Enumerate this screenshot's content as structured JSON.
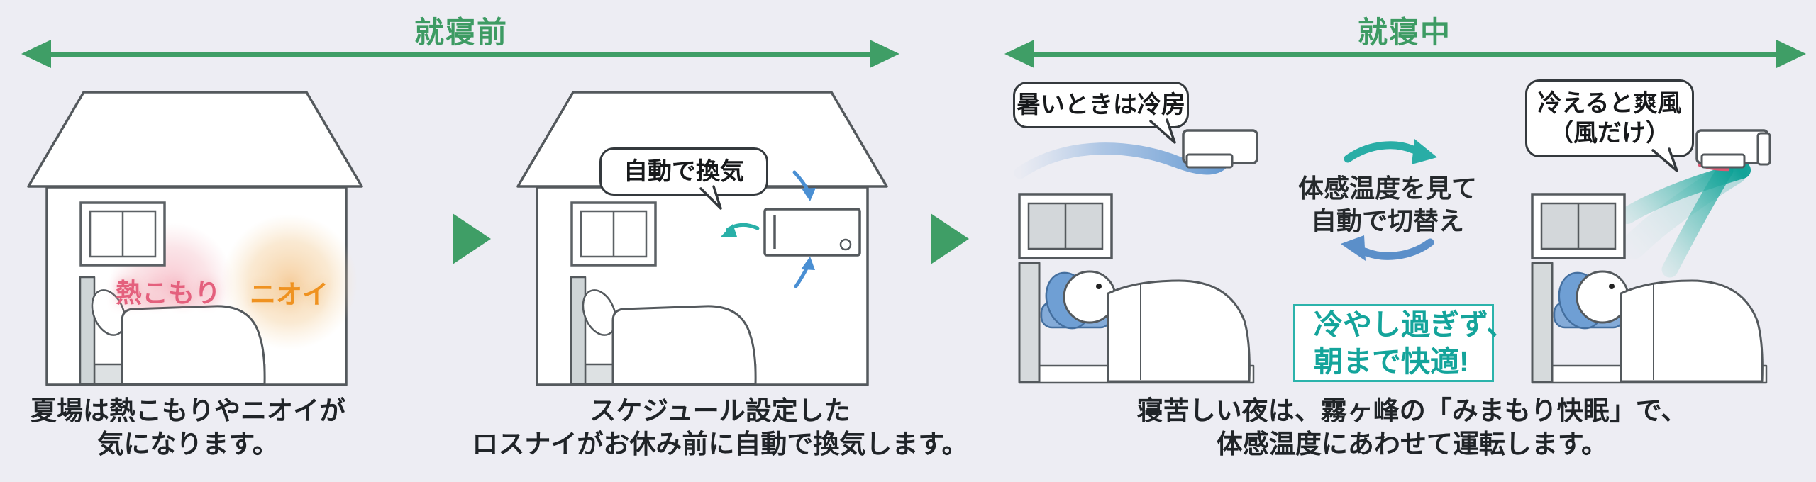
{
  "header": {
    "before_label": "就寝前",
    "during_label": "就寝中"
  },
  "scene_summer": {
    "heat_label": "熱こもり",
    "odor_label": "ニオイ",
    "caption_line1": "夏場は熱こもりやニオイが",
    "caption_line2": "気になります。"
  },
  "scene_lossnay": {
    "bubble": "自動で換気",
    "caption_line1": "スケジュール設定した",
    "caption_line2": "ロスナイがお休み前に自動で換気します。"
  },
  "scene_cooling": {
    "bubble": "暑いときは冷房"
  },
  "scene_breeze": {
    "bubble_line1": "冷えると爽風",
    "bubble_line2": "（風だけ）"
  },
  "auto_switch": {
    "line1": "体感温度を見て",
    "line2": "自動で切替え"
  },
  "comfort_box": {
    "line1": "冷やし過ぎず、",
    "line2": "朝まで快適!"
  },
  "caption_during": {
    "line1": "寝苦しい夜は、霧ヶ峰の「みまもり快眠」で、",
    "line2": "体感温度にあわせて運転します。"
  },
  "colors": {
    "background": "#ededf3",
    "section_green": "#3d9b63",
    "cycle_teal": "#29ada6",
    "cycle_blue": "#5b8fc9",
    "wind_blue": "#6f9fd4",
    "wind_teal": "#12a59a",
    "heat_pink": "#e4607d",
    "odor_orange": "#ef9220",
    "comfort_teal": "#14a49b",
    "outline_gray": "#54595d"
  }
}
